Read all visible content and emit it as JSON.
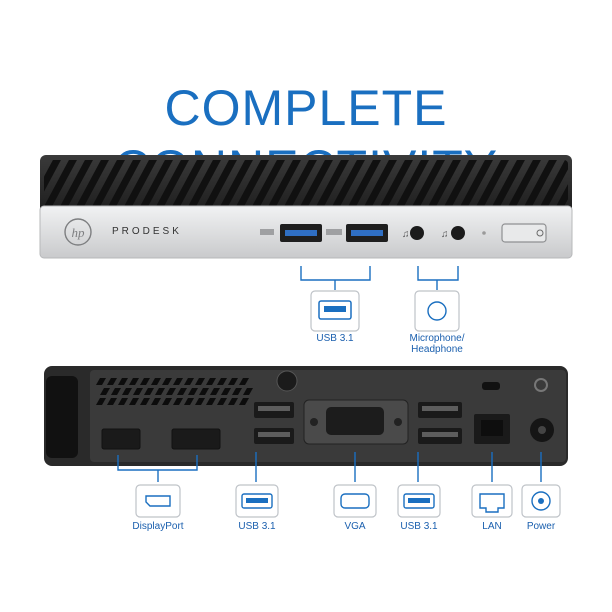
{
  "headline": "COMPLETE CONNECTIVITY",
  "brand": "PRODESK",
  "logo_text": "hp",
  "callouts": {
    "front_usb": "USB 3.1",
    "front_audio_line1": "Microphone/",
    "front_audio_line2": "Headphone",
    "displayport": "DisplayPort",
    "rear_usb_left": "USB 3.1",
    "vga": "VGA",
    "rear_usb_right": "USB 3.1",
    "lan": "LAN",
    "power": "Power"
  },
  "colors": {
    "accent": "#1a6fc0",
    "chassis": "#2b2b2b",
    "silver": "#d9dadc"
  }
}
